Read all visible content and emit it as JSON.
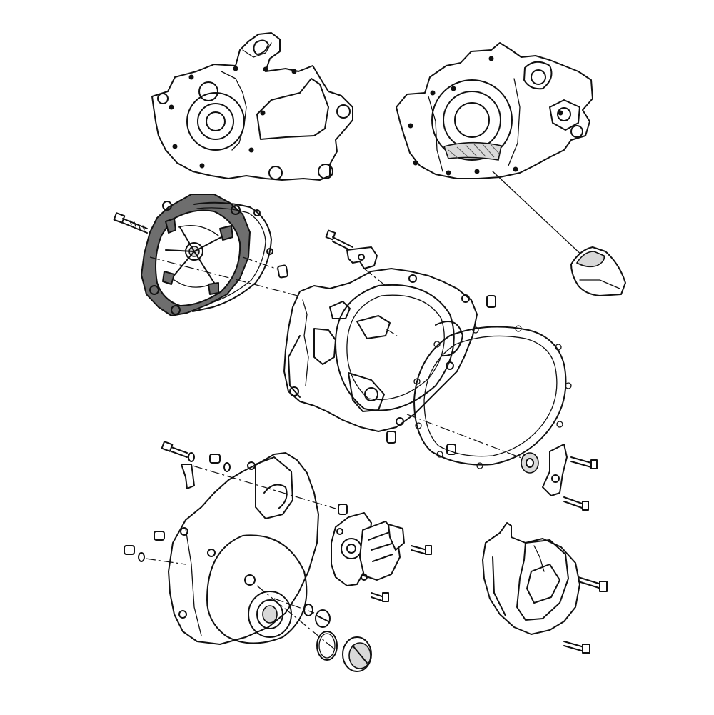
{
  "figure": {
    "parts": [
      {
        "id": "crankcase-left-view",
        "icon": "crankcase-half-icon"
      },
      {
        "id": "crankcase-right-view",
        "icon": "crankcase-half-icon"
      },
      {
        "id": "oil-strainer-detail",
        "icon": "strainer-icon"
      },
      {
        "id": "clutch-cover",
        "icon": "clutch-cover-icon",
        "highlighted": true
      },
      {
        "id": "crankcase-assembly",
        "icon": "engine-case-icon"
      },
      {
        "id": "clutch-cover-gasket",
        "icon": "gasket-icon"
      },
      {
        "id": "oil-seal",
        "icon": "seal-icon"
      },
      {
        "id": "cable-bracket",
        "icon": "bracket-icon"
      },
      {
        "id": "generator-cover",
        "icon": "stator-cover-icon"
      },
      {
        "id": "water-pump",
        "icon": "pump-icon"
      },
      {
        "id": "sprocket-cover",
        "icon": "sprocket-cover-icon"
      },
      {
        "id": "o-ring-small",
        "icon": "o-ring-icon"
      },
      {
        "id": "o-ring-large",
        "icon": "o-ring-icon"
      },
      {
        "id": "timing-plug",
        "icon": "plug-icon"
      },
      {
        "id": "crank-plug",
        "icon": "plug-icon"
      }
    ],
    "colors": {
      "line": "#111111",
      "highlight": "#6e6e6e",
      "background": "#ffffff"
    }
  }
}
